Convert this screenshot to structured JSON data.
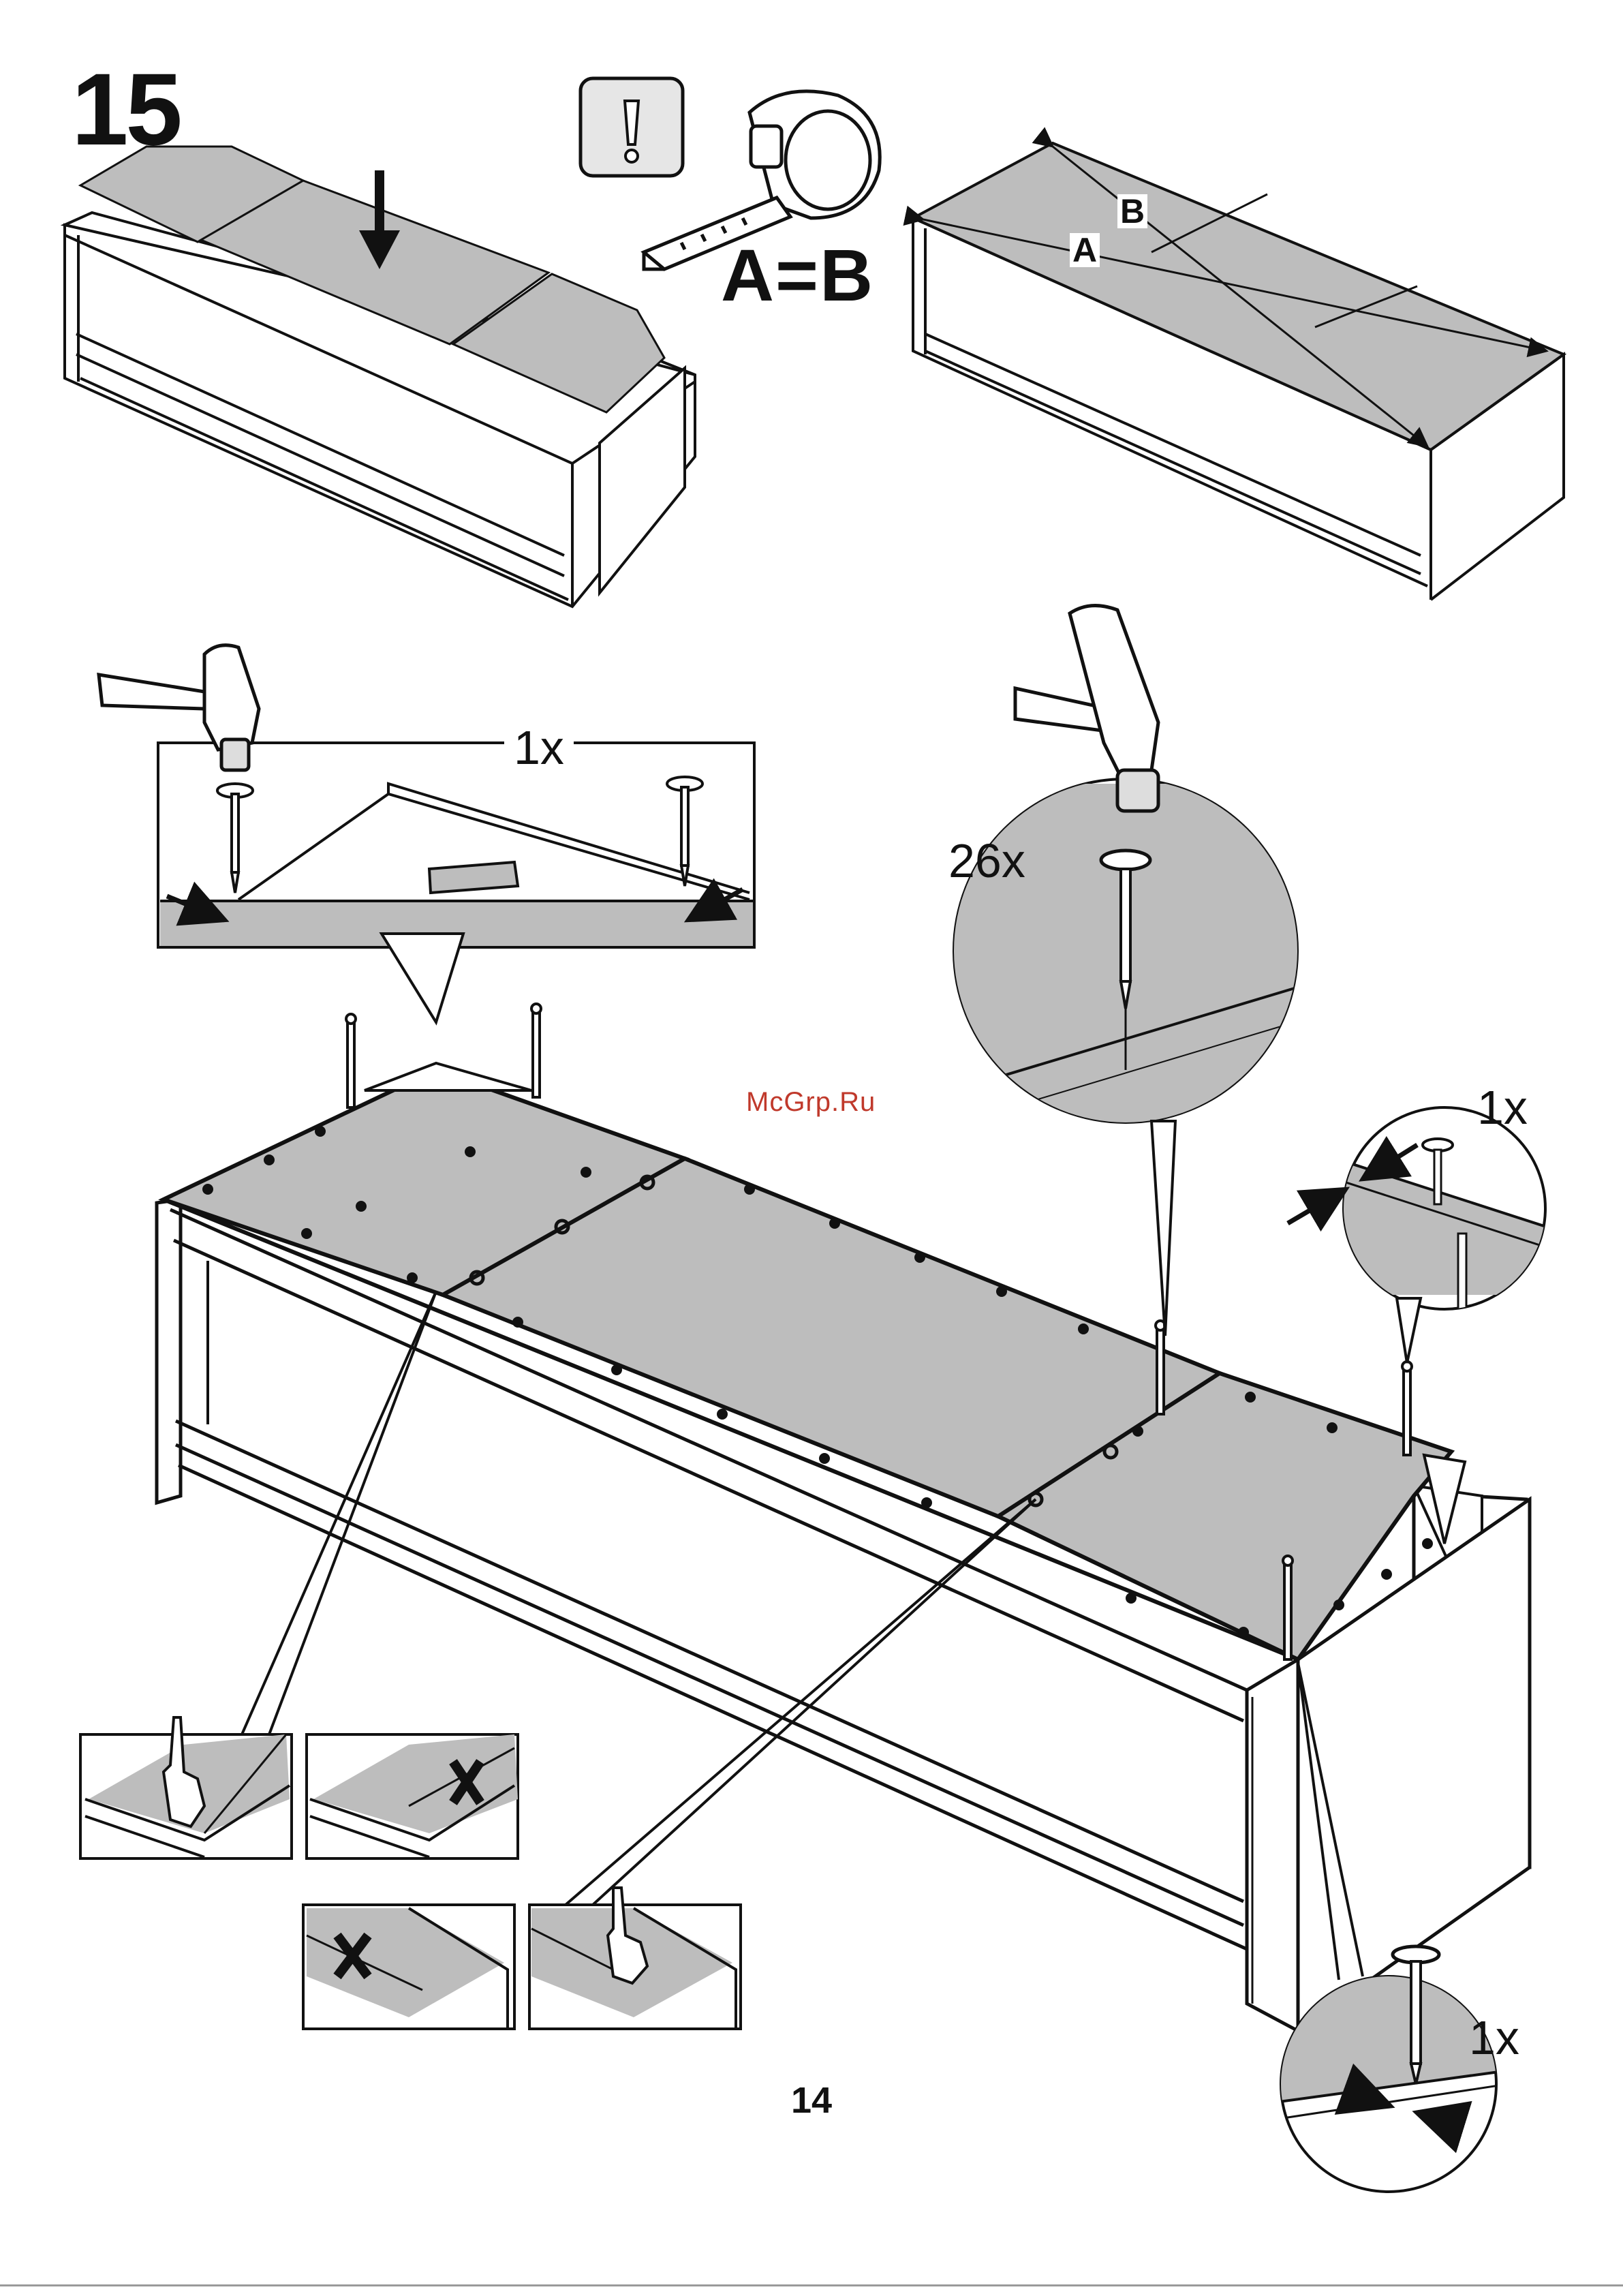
{
  "step": {
    "number": "15"
  },
  "measure": {
    "equation": "A=B",
    "label_a": "A",
    "label_b": "B"
  },
  "quantities": {
    "detail_top": "1x",
    "nails_total": "26x",
    "detail_right": "1x",
    "detail_bottom": "1x"
  },
  "watermark": {
    "text": "McGrp.Ru"
  },
  "footer": {
    "page_number": "14"
  },
  "colors": {
    "panel": "#bdbdbd",
    "ink": "#111111",
    "warning_box": "#e6e6e6",
    "watermark": "#c0392b"
  },
  "icons": [
    "warning-icon",
    "tape-measure-icon",
    "hammer-icon",
    "nail-icon",
    "down-arrow-icon",
    "finger-icon",
    "cross-icon",
    "compress-arrows-icon"
  ]
}
